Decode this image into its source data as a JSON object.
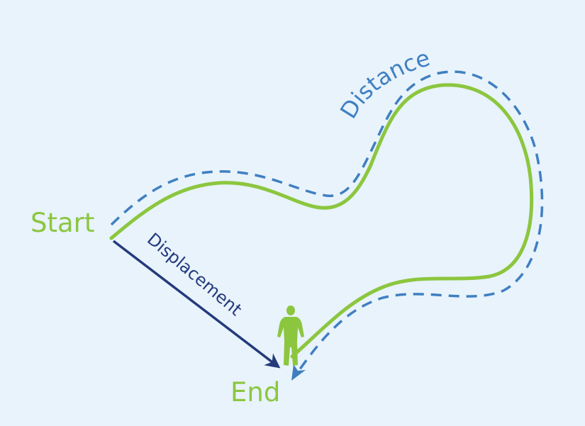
{
  "labels": {
    "start": "Start",
    "end": "End",
    "distance": "Distance",
    "displacement": "Displacement"
  },
  "colors": {
    "background": "#e8f3fb",
    "path_green": "#8cc63f",
    "distance_blue": "#3f7fc1",
    "displacement_navy": "#243a7c"
  },
  "icons": {
    "person": "person-standing-icon"
  }
}
